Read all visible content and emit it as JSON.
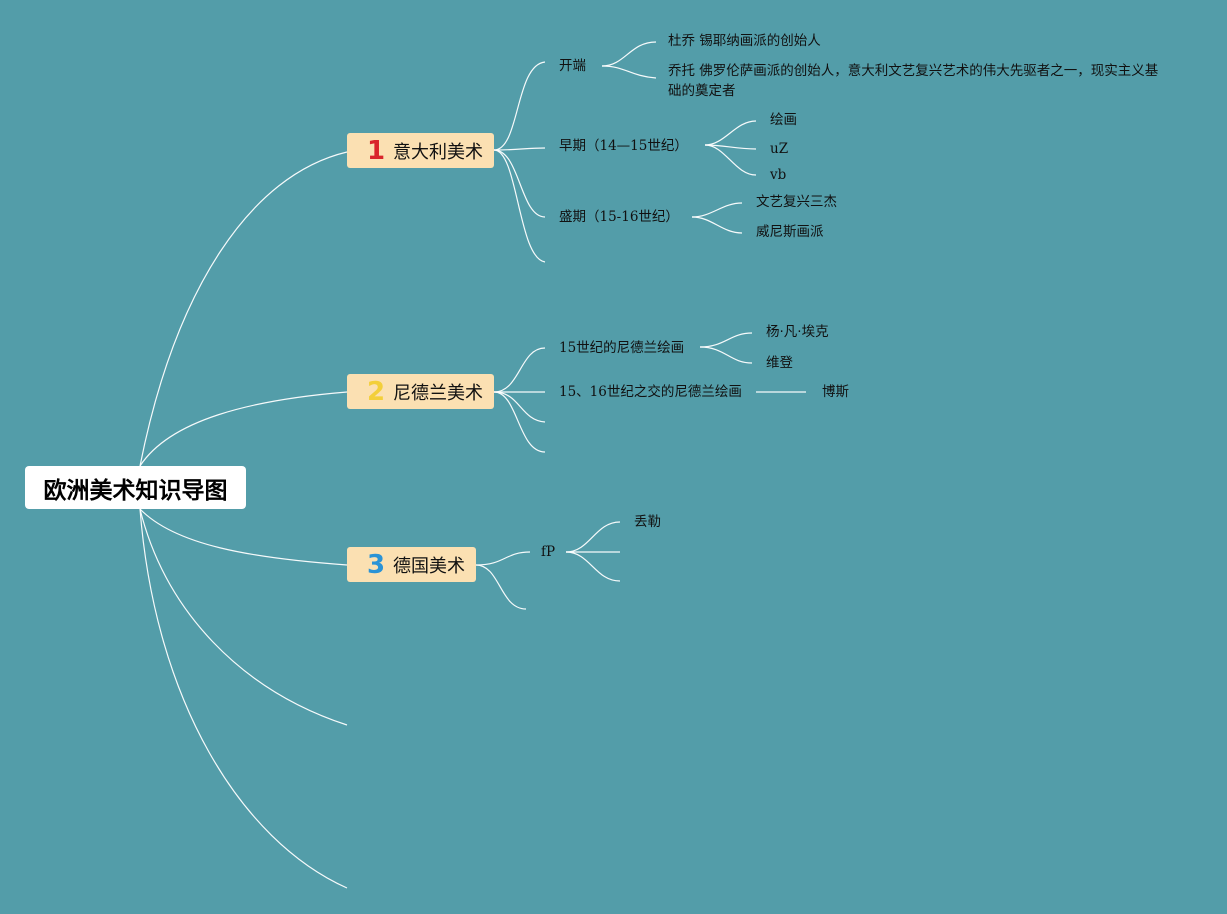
{
  "root": {
    "label": "欧洲美术知识导图"
  },
  "branches": [
    {
      "number": "1",
      "label": "意大利美术",
      "number_color": "#d9252b"
    },
    {
      "number": "2",
      "label": "尼德兰美术",
      "number_color": "#f3cf3a"
    },
    {
      "number": "3",
      "label": "德国美术",
      "number_color": "#2b93d6"
    }
  ],
  "italy": {
    "kaiduan": "开端",
    "kaiduan_children": [
      "杜乔 锡耶纳画派的创始人",
      "乔托 佛罗伦萨画派的创始人，意大利文艺复兴艺术的伟大先驱者之一，现实主义基础的奠定者"
    ],
    "zaoqi": "早期（14—15世纪）",
    "zaoqi_children": [
      "绘画",
      "uZ",
      "vb"
    ],
    "shengqi": "盛期（15-16世纪）",
    "shengqi_children": [
      "文艺复兴三杰",
      "威尼斯画派"
    ]
  },
  "netherlands": {
    "c15": "15世纪的尼德兰绘画",
    "c15_children": [
      "杨·凡·埃克",
      "维登"
    ],
    "c1516": "15、16世纪之交的尼德兰绘画",
    "c1516_children": [
      "博斯"
    ]
  },
  "germany": {
    "fp": "fP",
    "fp_children": [
      "丢勒"
    ]
  },
  "colors": {
    "background": "#539da9",
    "branch_fill": "#fbe0b2",
    "line": "#ffffff"
  }
}
